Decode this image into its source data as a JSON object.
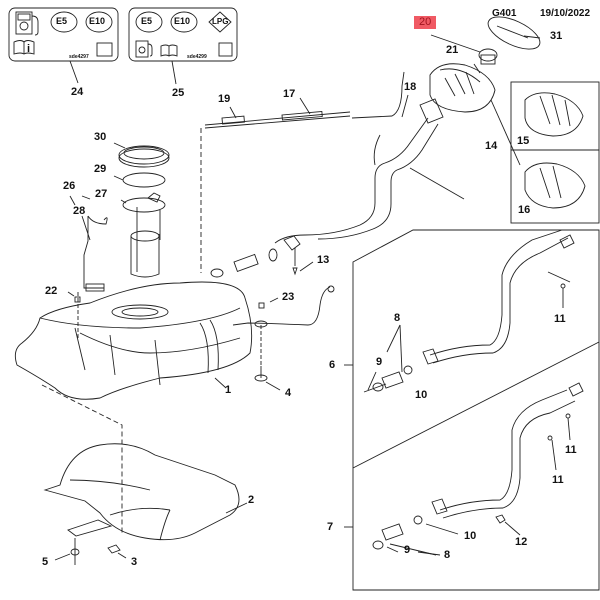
{
  "header": {
    "diagram_code": "G401",
    "date": "19/10/2022"
  },
  "highlighted_part": "20",
  "colors": {
    "highlight": "#f05a64",
    "line": "#222222",
    "background": "#ffffff"
  },
  "labels_panel": [
    {
      "part": "24",
      "code": "sde4297",
      "badges": [
        "E5",
        "E10"
      ],
      "icons": [
        "fuel-pump-icon",
        "manual-book-icon",
        "info-icon"
      ]
    },
    {
      "part": "25",
      "code": "sde4299",
      "badges": [
        "E5",
        "E10",
        "LPG"
      ],
      "icons": [
        "fuel-pump-icon",
        "manual-book-icon",
        "info-icon"
      ]
    }
  ],
  "parts": {
    "p1": "1",
    "p2": "2",
    "p3": "3",
    "p4": "4",
    "p5": "5",
    "p6": "6",
    "p7": "7",
    "p8a": "8",
    "p8b": "8",
    "p9a": "9",
    "p9b": "9",
    "p10a": "10",
    "p10b": "10",
    "p11a": "11",
    "p11b": "11",
    "p11c": "11",
    "p12": "12",
    "p13": "13",
    "p14": "14",
    "p15": "15",
    "p16": "16",
    "p17": "17",
    "p18": "18",
    "p19": "19",
    "p20": "20",
    "p21": "21",
    "p22": "22",
    "p23": "23",
    "p24": "24",
    "p25": "25",
    "p26": "26",
    "p27": "27",
    "p28": "28",
    "p29": "29",
    "p30": "30",
    "p31": "31"
  }
}
